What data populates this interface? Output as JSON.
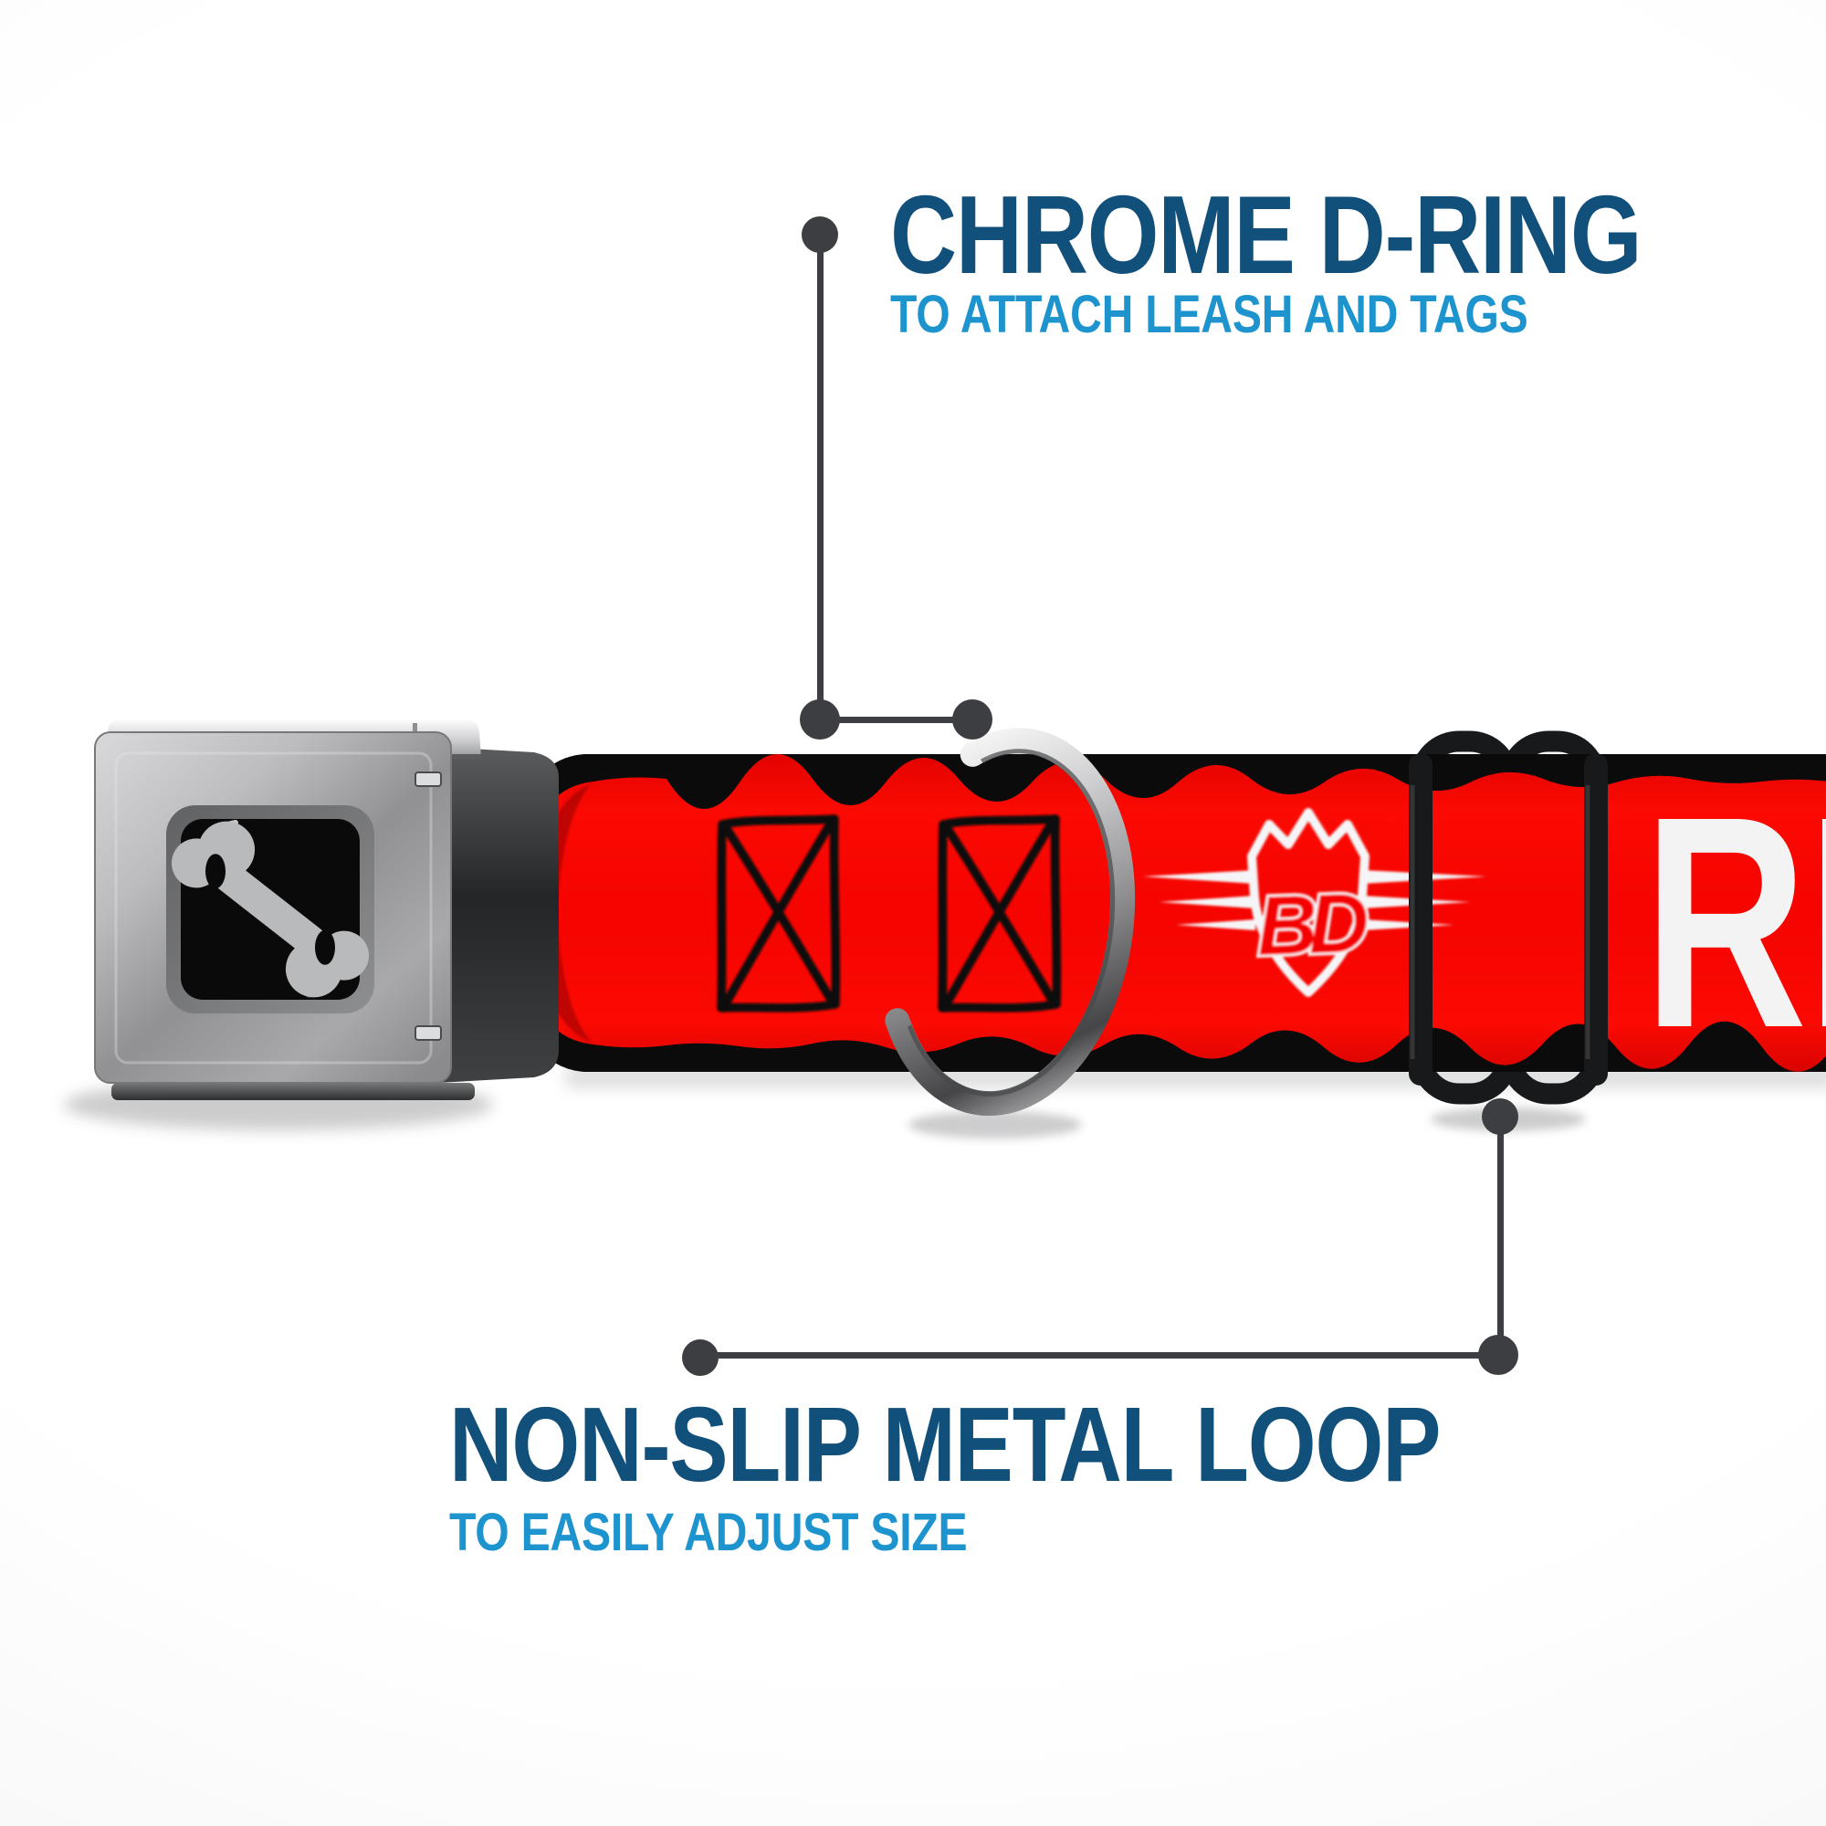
{
  "image_type": "annotated-product-image",
  "callouts": {
    "top": {
      "title": "CHROME D-RING",
      "subtitle": "TO ATTACH LEASH AND TAGS"
    },
    "bottom": {
      "title": "NON-SLIP METAL LOOP",
      "subtitle": "TO EASILY ADJUST SIZE"
    }
  },
  "product": {
    "type": "seatbelt-buckle dog collar",
    "strap_text": "RE",
    "logo_monogram": "BD",
    "buckle_icon": "dog-bone-icon"
  },
  "colors": {
    "title_navy": "#11507b",
    "subtitle_blue": "#1d94cd",
    "callout_gray": "#3c3e41",
    "collar_red": "#f50400",
    "stitch_black": "#0c0c0c",
    "strap_letters_white": "#f3f3f3",
    "buckle_silver": "#a8a8aa",
    "slider_black": "#17191b"
  }
}
